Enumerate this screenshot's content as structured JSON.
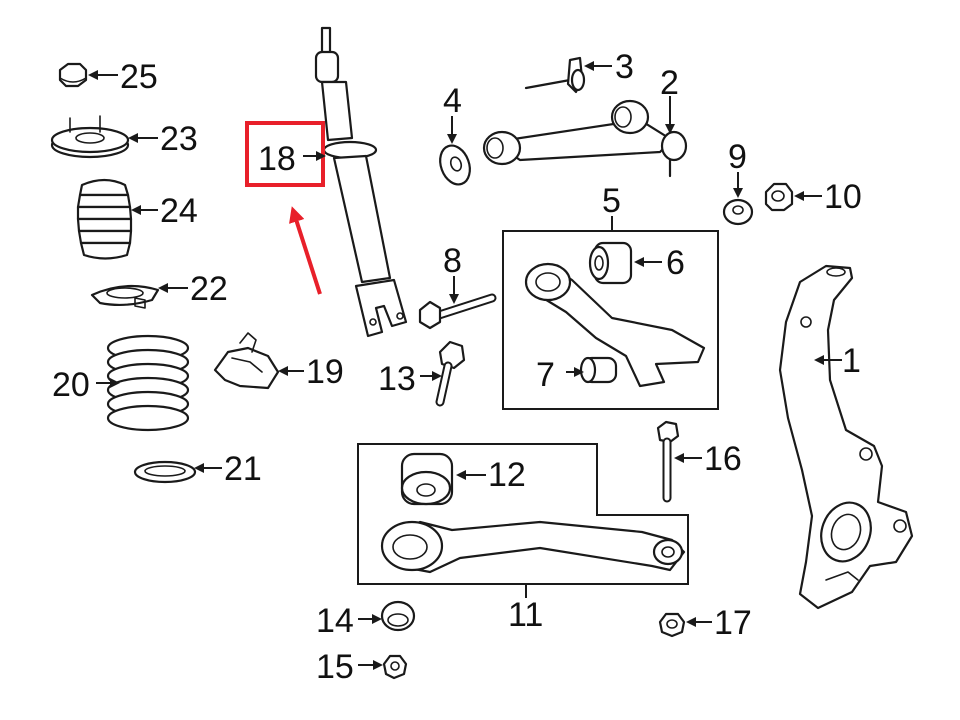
{
  "callouts": {
    "c1": "1",
    "c2": "2",
    "c3": "3",
    "c4": "4",
    "c5": "5",
    "c6": "6",
    "c7": "7",
    "c8": "8",
    "c9": "9",
    "c10": "10",
    "c11": "11",
    "c12": "12",
    "c13": "13",
    "c14": "14",
    "c15": "15",
    "c16": "16",
    "c17": "17",
    "c18": "18",
    "c19": "19",
    "c20": "20",
    "c21": "21",
    "c22": "22",
    "c23": "23",
    "c24": "24",
    "c25": "25"
  },
  "highlight": {
    "target_callout": "18",
    "color": "#e8202a"
  },
  "colors": {
    "line": "#1a1a1a",
    "background": "#ffffff"
  }
}
